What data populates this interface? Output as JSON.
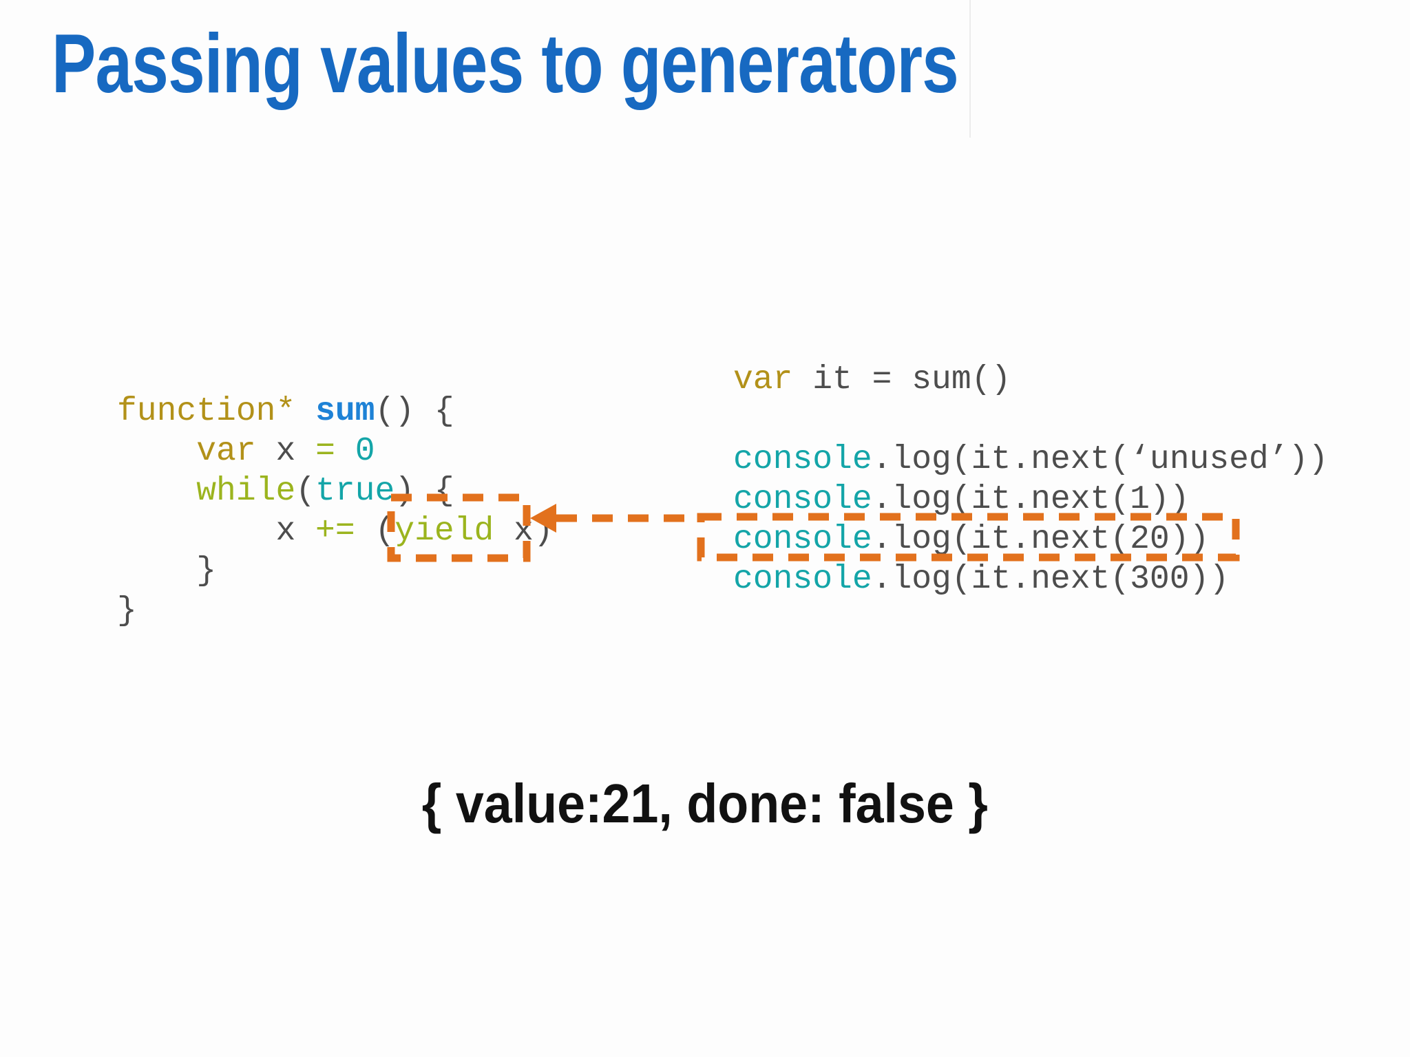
{
  "slide": {
    "title": "Passing values to generators",
    "result_text": "{ value:21, done: false }"
  },
  "colors": {
    "background": "#fdfdfd",
    "title_blue": "#1769c1",
    "code_default_gray": "#4d4d4d",
    "keyword_gold": "#b29119",
    "function_name_blue": "#1e82d6",
    "operator_green": "#9bb41e",
    "literal_teal": "#14a5a8",
    "annotation_orange": "#e2711d",
    "result_black": "#111111"
  },
  "code_left": {
    "lines": [
      [
        {
          "t": "function*",
          "c": "gold"
        },
        {
          "t": " ",
          "c": "plain"
        },
        {
          "t": "sum",
          "c": "blue"
        },
        {
          "t": "() {",
          "c": "plain"
        }
      ],
      [
        {
          "t": "    ",
          "c": "plain"
        },
        {
          "t": "var",
          "c": "gold"
        },
        {
          "t": " x ",
          "c": "plain"
        },
        {
          "t": "=",
          "c": "green"
        },
        {
          "t": " ",
          "c": "plain"
        },
        {
          "t": "0",
          "c": "teal"
        }
      ],
      [
        {
          "t": "    ",
          "c": "plain"
        },
        {
          "t": "while",
          "c": "green"
        },
        {
          "t": "(",
          "c": "plain"
        },
        {
          "t": "true",
          "c": "teal"
        },
        {
          "t": ") {",
          "c": "plain"
        }
      ],
      [
        {
          "t": "        x ",
          "c": "plain"
        },
        {
          "t": "+=",
          "c": "green"
        },
        {
          "t": " (",
          "c": "plain"
        },
        {
          "t": "yield",
          "c": "green"
        },
        {
          "t": " x)",
          "c": "plain"
        }
      ],
      [
        {
          "t": "    }",
          "c": "plain"
        }
      ],
      [
        {
          "t": "}",
          "c": "plain"
        }
      ]
    ]
  },
  "code_right": {
    "lines": [
      [
        {
          "t": "var",
          "c": "gold"
        },
        {
          "t": " it = sum()",
          "c": "plain"
        }
      ],
      [],
      [
        {
          "t": "console",
          "c": "teal"
        },
        {
          "t": ".log(it.next(‘unused’))",
          "c": "plain"
        }
      ],
      [
        {
          "t": "console",
          "c": "teal"
        },
        {
          "t": ".log(it.next(1))",
          "c": "plain"
        }
      ],
      [
        {
          "t": "console",
          "c": "teal"
        },
        {
          "t": ".log(it.next(20))",
          "c": "plain"
        }
      ],
      [
        {
          "t": "console",
          "c": "teal"
        },
        {
          "t": ".log(it.next(300))",
          "c": "plain"
        }
      ]
    ]
  },
  "annotations": {
    "yield_box_target": "yield x",
    "next20_box_target": "console.log(it.next(20))",
    "arrow_direction": "right-to-left",
    "style": "orange dashed"
  }
}
